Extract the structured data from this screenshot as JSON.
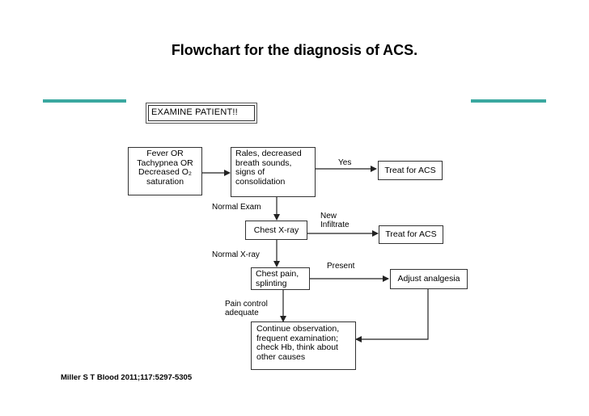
{
  "title": "Flowchart for the diagnosis of ACS.",
  "citation": "Miller S T Blood 2011;117:5297-5305",
  "colors": {
    "accent_rule": "#3aa8a0",
    "box_border": "#333333"
  },
  "flowchart": {
    "examine": "EXAMINE PATIENT!!",
    "symptoms": [
      "Fever OR",
      "Tachypnea OR",
      "Decreased O₂",
      "saturation"
    ],
    "findings": [
      "Rales, decreased",
      "breath sounds,",
      "signs of",
      "consolidation"
    ],
    "treat_1": "Treat for ACS",
    "chest_xray": "Chest X-ray",
    "treat_2": "Treat for ACS",
    "chest_pain": [
      "Chest pain,",
      "splinting"
    ],
    "adjust_analgesia": "Adjust analgesia",
    "continue_obs": [
      "Continue observation,",
      "frequent examination;",
      "check Hb, think about",
      "other causes"
    ],
    "labels": {
      "yes": "Yes",
      "normal_exam": "Normal Exam",
      "new_infiltrate": [
        "New",
        "Infiltrate"
      ],
      "normal_xray": "Normal X-ray",
      "present": "Present",
      "pain_control": [
        "Pain control",
        "adequate"
      ]
    }
  }
}
